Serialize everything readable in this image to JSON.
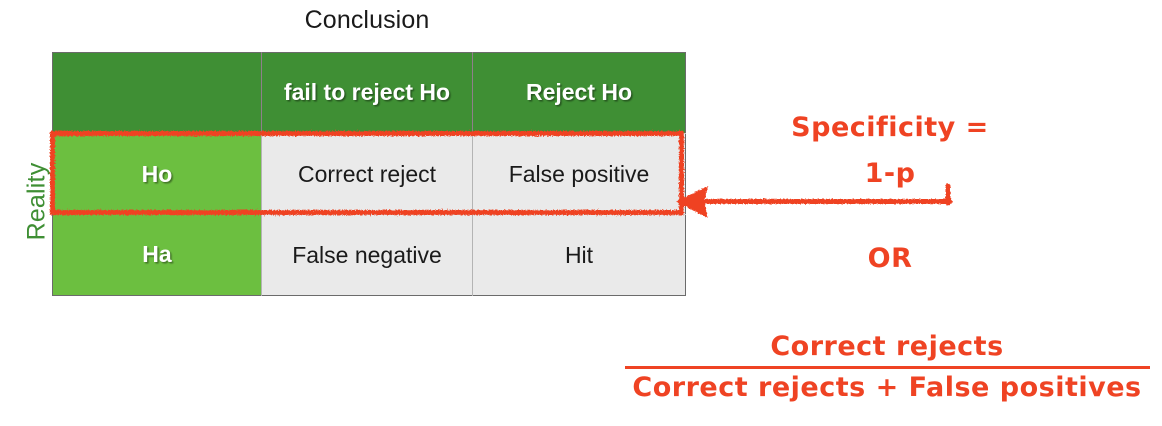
{
  "axes": {
    "column_title": "Conclusion",
    "row_title": "Reality"
  },
  "table": {
    "corner_label": "",
    "column_headers": [
      "fail to reject Ho",
      "Reject Ho"
    ],
    "row_headers": [
      "Ho",
      "Ha"
    ],
    "rows": [
      {
        "label": "Ho",
        "cells": [
          "Correct reject",
          "False positive"
        ]
      },
      {
        "label": "Ha",
        "cells": [
          "False negative",
          "Hit"
        ]
      }
    ]
  },
  "annotation": {
    "title_line": "Specificity =",
    "formula_line": "1-p",
    "or_label": "OR",
    "fraction_numerator": "Correct rejects",
    "fraction_denominator": "Correct rejects + False positives",
    "arrow_label": "arrow-pointing-left-to-ho-row",
    "highlight_label": "red-highlight-ho-row"
  },
  "colors": {
    "header_green": "#3f8f34",
    "row_green": "#6cbf40",
    "cell_grey": "#eaeaea",
    "annotation_red": "#ef4323",
    "title_black": "#1a1a1a"
  }
}
